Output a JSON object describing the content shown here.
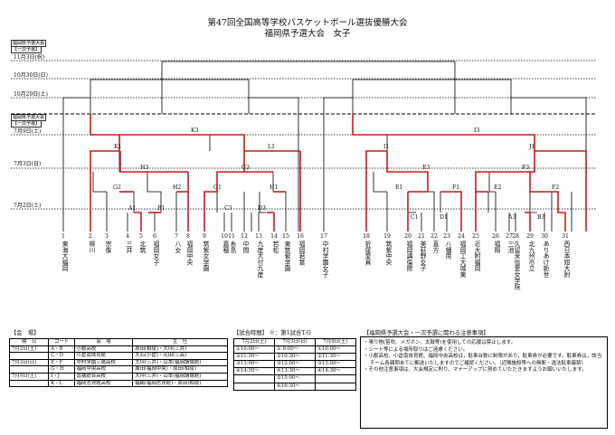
{
  "header": {
    "title": "第47回全国高等学校バスケットボール選抜優勝大会",
    "subtitle": "福岡県予選大会　女子"
  },
  "stage_tags": {
    "tag1": "福岡県予選大会",
    "tag2": "【一次予選】"
  },
  "dates": {
    "d1": "11月3日(祝)",
    "d2": "10月30日(日)",
    "d3": "10月29日(土)",
    "d4": "7月9日(土)",
    "d5": "7月3日(日)",
    "d6": "7月2日(土)"
  },
  "left_games": [
    "K3",
    "K1",
    "L1",
    "H3",
    "G3",
    "G2",
    "H2",
    "G1",
    "H1",
    "A1",
    "B1",
    "C3",
    "D3"
  ],
  "right_games": [
    "I3",
    "I1",
    "J1",
    "E3",
    "F3",
    "E1",
    "F1",
    "E2",
    "F2",
    "C1",
    "D1",
    "A3",
    "B3"
  ],
  "teams": [
    {
      "num": "1",
      "name": "東海大福岡"
    },
    {
      "num": "2",
      "name": "柳川"
    },
    {
      "num": "3",
      "name": "宗像"
    },
    {
      "num": "4",
      "name": "三井"
    },
    {
      "num": "5",
      "name": "北筑"
    },
    {
      "num": "6",
      "name": "福岡女子"
    },
    {
      "num": "7",
      "name": "八女"
    },
    {
      "num": "8",
      "name": "福岡中央"
    },
    {
      "num": "9",
      "name": "筑紫女学園"
    },
    {
      "num": "10",
      "name": "嘉穂"
    },
    {
      "num": "11",
      "name": "糸島"
    },
    {
      "num": "12",
      "name": "中間"
    },
    {
      "num": "13",
      "name": "九産大付九産"
    },
    {
      "num": "14",
      "name": "若松"
    },
    {
      "num": "15",
      "name": "東筑紫学園"
    },
    {
      "num": "16",
      "name": "福岡若葉"
    },
    {
      "num": "17",
      "name": "中村学園女子"
    },
    {
      "num": "18",
      "name": "折尾愛真"
    },
    {
      "num": "19",
      "name": "筑紫中央"
    },
    {
      "num": "20",
      "name": "福岡講倫館"
    },
    {
      "num": "21",
      "name": "美萩野女子"
    },
    {
      "num": "22",
      "name": "直方"
    },
    {
      "num": "23",
      "name": "八幡南"
    },
    {
      "num": "24",
      "name": "福岡工大城東"
    },
    {
      "num": "25",
      "name": "近大附福岡"
    },
    {
      "num": "26",
      "name": "福翔"
    },
    {
      "num": "27",
      "name": "三池"
    },
    {
      "num": "28",
      "name": "久留米信愛女学院"
    },
    {
      "num": "29",
      "name": "北九州市立"
    },
    {
      "num": "30",
      "name": "ありあけ新世"
    },
    {
      "num": "31",
      "name": "西日本短大附"
    }
  ],
  "venue": {
    "label": "【会　場】",
    "headers": [
      "期　日",
      "コート",
      "会　場",
      "主　任"
    ],
    "rows": [
      {
        "date": "7月2日(土)",
        "court": "A・B",
        "place": "小郡高校",
        "chief": "原田(柏陵)・大坪(三井)"
      },
      {
        "date": "",
        "court": "C・D",
        "place": "小倉南体育館",
        "chief": "大石(小倉)・花田(三高)"
      },
      {
        "date": "7月3日(日)",
        "court": "E・F",
        "place": "中村学園三陽高校",
        "chief": "大坪(三井)・山本(福岡講倫館)"
      },
      {
        "date": "",
        "court": "G・H",
        "place": "福岡中央高校",
        "chief": "廣田(福岡中央)・原田(柏陵)"
      },
      {
        "date": "7月9日(土)",
        "court": "I・J",
        "place": "嘉穂総合高校",
        "chief": "大坪(三井)・山本(福岡講倫館)"
      },
      {
        "date": "",
        "court": "K・L",
        "place": "福岡志賀館高校",
        "chief": "福嶋(福岡志賀館)・原田(柏陵)"
      }
    ]
  },
  "times": {
    "label": "【試合時間】",
    "note": "※：第1試合T.O",
    "headers": [
      "7月2日(土)",
      "7月3日(日)",
      "7月9日(土)"
    ],
    "rows": [
      [
        "①10:00～",
        "① 9:00～",
        "①10:00～"
      ],
      [
        "②11:30～",
        "②10:30～",
        "②11:30～"
      ],
      [
        "③13:00～",
        "③12:00～",
        "③13:00～"
      ],
      [
        "④14:30～",
        "④13:30～",
        "④14:30～"
      ],
      [
        "",
        "⑤15:00～",
        ""
      ],
      [
        "",
        "⑥16:30～",
        ""
      ]
    ]
  },
  "notes": {
    "label": "【福岡県予選大会・一次予選に関わる注意事項】",
    "items": [
      "・鳴り物(笛吹、メガホン、太鼓等)を使用しての応援は禁止します。",
      "・シート等による場所取りはご遠慮ください。",
      "・小郡高校、小倉南体育館、福岡中央高校は，駐車台数に制限があり，駐車券が必要です。駐車券は，該当チーム各顧問あてに郵送いたしますのでご確認ください。（近隣施設等への無断・違法駐車厳禁）",
      "・その他注意事項は、大会規定に則り、マナーアップに努めていただきますようお願いいたします。"
    ]
  },
  "colors": {
    "winner_line": "#d01818",
    "line": "#000000"
  }
}
